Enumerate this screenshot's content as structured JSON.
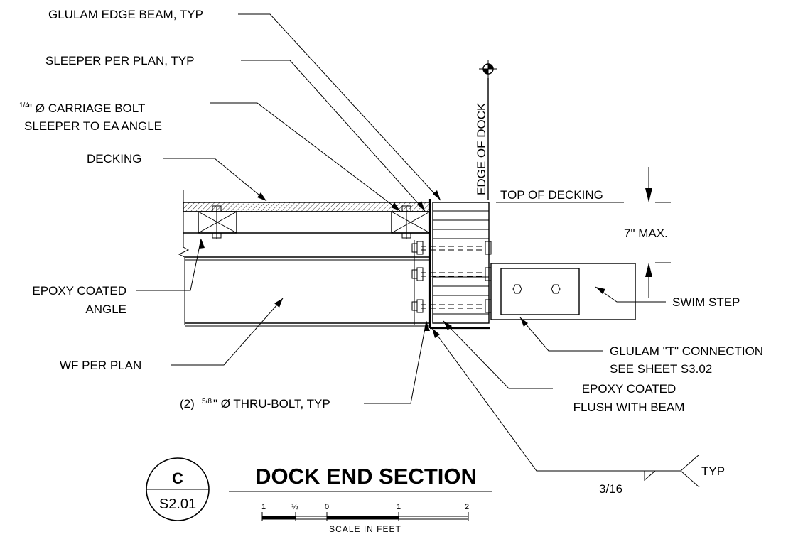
{
  "labels": {
    "glulam_edge_beam": "GLULAM EDGE BEAM, TYP",
    "sleeper": "SLEEPER PER PLAN, TYP",
    "carriage_bolt_frac": "1/4",
    "carriage_bolt_line1": "\" Ø CARRIAGE BOLT",
    "carriage_bolt_line2": "SLEEPER TO EA ANGLE",
    "decking": "DECKING",
    "epoxy_angle_line1": "EPOXY COATED",
    "epoxy_angle_line2": "ANGLE",
    "wf": "WF PER PLAN",
    "thru_bolt_prefix": "(2)",
    "thru_bolt_frac": "5/8",
    "thru_bolt_suffix": "\" Ø THRU-BOLT, TYP",
    "edge_of_dock": "EDGE OF DOCK",
    "top_of_decking": "TOP OF DECKING",
    "max_height": "7\" MAX.",
    "swim_step": "SWIM STEP",
    "glulam_t_line1": "GLULAM \"T\" CONNECTION",
    "glulam_t_line2": "SEE SHEET S3.02",
    "epoxy_flush_line1": "EPOXY COATED",
    "epoxy_flush_line2": "FLUSH WITH BEAM",
    "weld_size": "3/16",
    "weld_typ": "TYP"
  },
  "title_block": {
    "detail_letter": "C",
    "sheet_ref": "S2.01",
    "title": "DOCK END SECTION",
    "scale_ticks": [
      "1",
      "½",
      "0",
      "1",
      "2"
    ],
    "scale_caption": "SCALE IN FEET"
  },
  "icons": {
    "edge_of_dock_marker": "circle-crosshair-icon",
    "weld_symbol": "fillet-weld-icon"
  }
}
